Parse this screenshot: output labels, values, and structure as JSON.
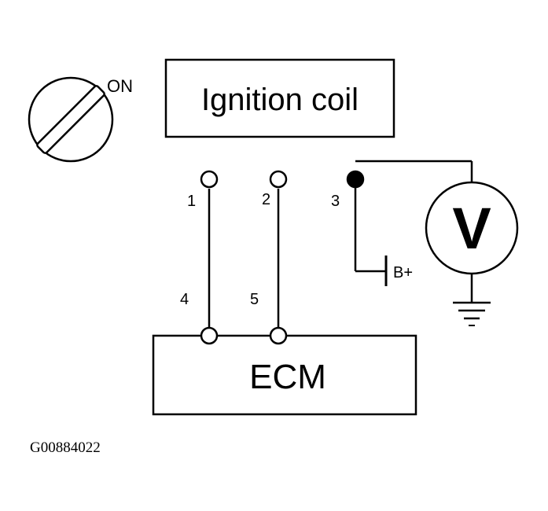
{
  "switch": {
    "label": "ON",
    "icon": "ignition-switch-icon"
  },
  "ignition_coil": {
    "label": "Ignition coil"
  },
  "ecm": {
    "label": "ECM"
  },
  "pins": {
    "p1": "1",
    "p2": "2",
    "p3": "3",
    "p4": "4",
    "p5": "5"
  },
  "battery": {
    "label": "B+"
  },
  "voltmeter": {
    "label": "V",
    "icon": "voltmeter-icon"
  },
  "ground": {
    "icon": "ground-icon"
  },
  "figure_id": "G00884022"
}
